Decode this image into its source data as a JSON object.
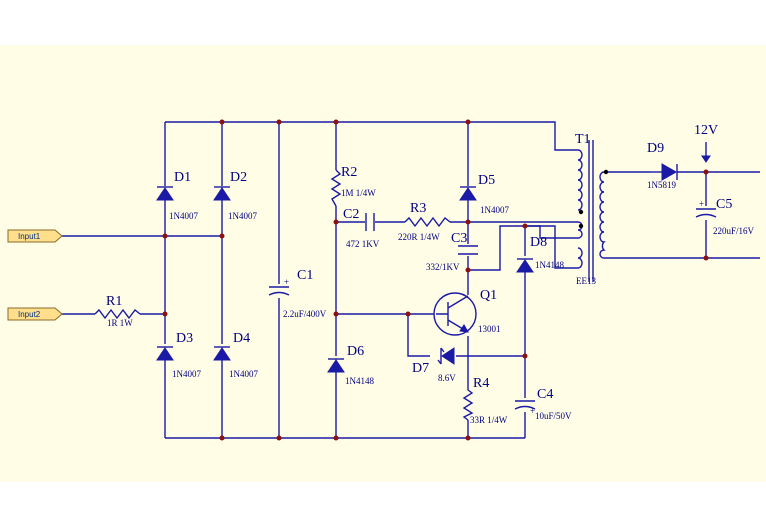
{
  "ports": {
    "input1": "Input1",
    "input2": "Input2"
  },
  "refs": {
    "D1": "D1",
    "D2": "D2",
    "D3": "D3",
    "D4": "D4",
    "D5": "D5",
    "D6": "D6",
    "D7": "D7",
    "D8": "D8",
    "D9": "D9",
    "R1": "R1",
    "R2": "R2",
    "R3": "R3",
    "R4": "R4",
    "C1": "C1",
    "C2": "C2",
    "C3": "C3",
    "C4": "C4",
    "C5": "C5",
    "Q1": "Q1",
    "T1": "T1"
  },
  "values": {
    "D1": "1N4007",
    "D2": "1N4007",
    "D3": "1N4007",
    "D4": "1N4007",
    "D5": "1N4007",
    "D6": "1N4148",
    "D7": "8.6V",
    "D8": "1N4148",
    "D9": "1N5819",
    "R1": "1R 1W",
    "R2": "1M 1/4W",
    "R3": "220R 1/4W",
    "R4": "33R 1/4W",
    "C1": "2.2uF/400V",
    "C2": "472 1KV",
    "C3": "332/1KV",
    "C4": "10uF/50V",
    "C5": "220uF/16V",
    "Q1": "13001",
    "T1": "EE13"
  },
  "output_label": "12V",
  "colors": {
    "wire": "#1a1aa6",
    "text": "#000080",
    "junction": "#8b1010",
    "sheet": "#fffde6",
    "port": "#ffdf8c"
  }
}
